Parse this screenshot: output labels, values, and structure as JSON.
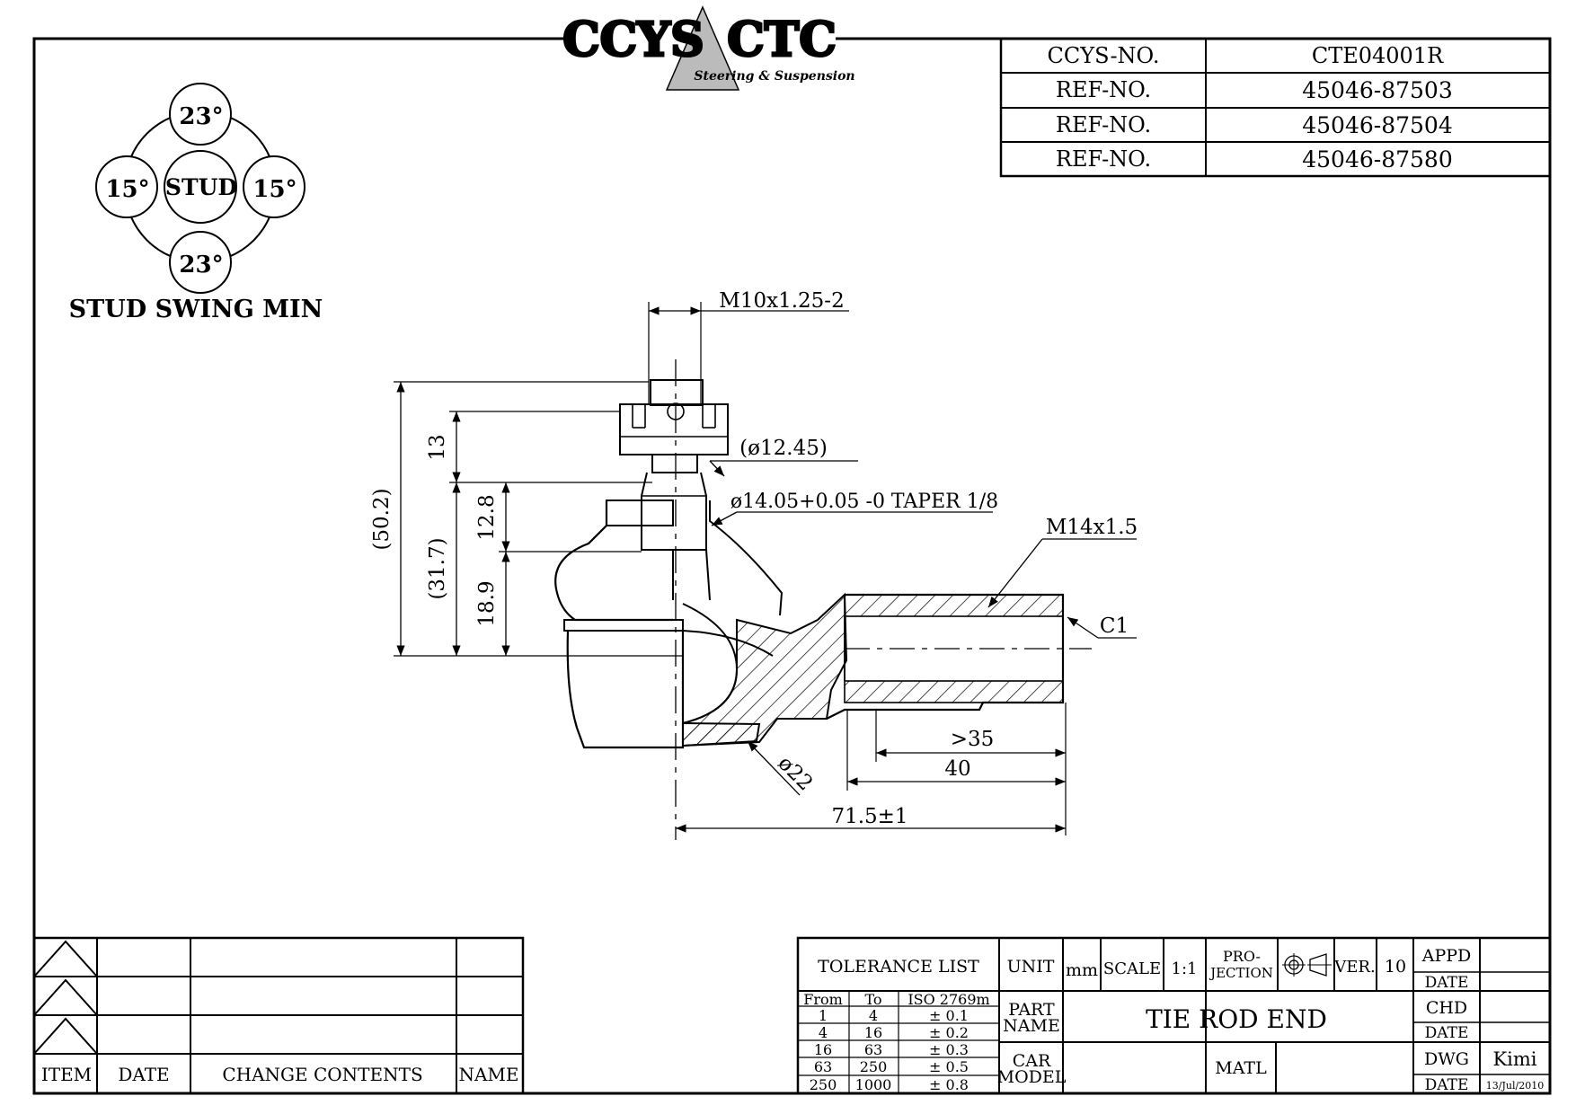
{
  "logo": {
    "left": "CCYS",
    "right": "CTC",
    "tagline": "Steering & Suspension"
  },
  "ref_table": [
    {
      "label": "CCYS-NO.",
      "value": "CTE04001R"
    },
    {
      "label": "REF-NO.",
      "value": "45046-87503"
    },
    {
      "label": "REF-NO.",
      "value": "45046-87504"
    },
    {
      "label": "REF-NO.",
      "value": "45046-87580"
    }
  ],
  "swing": {
    "center": "STUD",
    "top": "23°",
    "bottom": "23°",
    "left": "15°",
    "right": "15°",
    "caption": "STUD SWING MIN"
  },
  "dims": {
    "thread": "M10x1.25-2",
    "taper_dia": "(ø12.45)",
    "taper": "ø14.05+0.05 -0 TAPER 1/8",
    "overall_h": "(50.2)",
    "h2": "(31.7)",
    "d13": "13",
    "d128": "12.8",
    "d189": "18.9",
    "inner_thread": "M14x1.5",
    "chamfer": "C1",
    "depth_min": ">35",
    "depth": "40",
    "ball": "ø22",
    "length": "71.5±1"
  },
  "revision": {
    "headers": [
      "ITEM",
      "DATE",
      "CHANGE CONTENTS",
      "NAME"
    ]
  },
  "title_block": {
    "tolerance_title": "TOLERANCE LIST",
    "tol_headers": [
      "From",
      "To",
      "ISO 2769m"
    ],
    "tol_rows": [
      [
        "1",
        "4",
        "± 0.1"
      ],
      [
        "4",
        "16",
        "± 0.2"
      ],
      [
        "16",
        "63",
        "± 0.3"
      ],
      [
        "63",
        "250",
        "± 0.5"
      ],
      [
        "250",
        "1000",
        "± 0.8"
      ]
    ],
    "unit_label": "UNIT",
    "unit": "mm",
    "scale_label": "SCALE",
    "scale": "1:1",
    "projection_label_1": "PRO-",
    "projection_label_2": "JECTION",
    "ver_label": "VER.",
    "ver": "10",
    "part_label_1": "PART",
    "part_label_2": "NAME",
    "part_name": "TIE ROD END",
    "car_label_1": "CAR",
    "car_label_2": "MODEL",
    "matl_label": "MATL",
    "appd": "APPD",
    "chd": "CHD",
    "dwg": "DWG",
    "date": "DATE",
    "drawer": "Kimi",
    "drawn_date": "13/Jul/2010"
  }
}
